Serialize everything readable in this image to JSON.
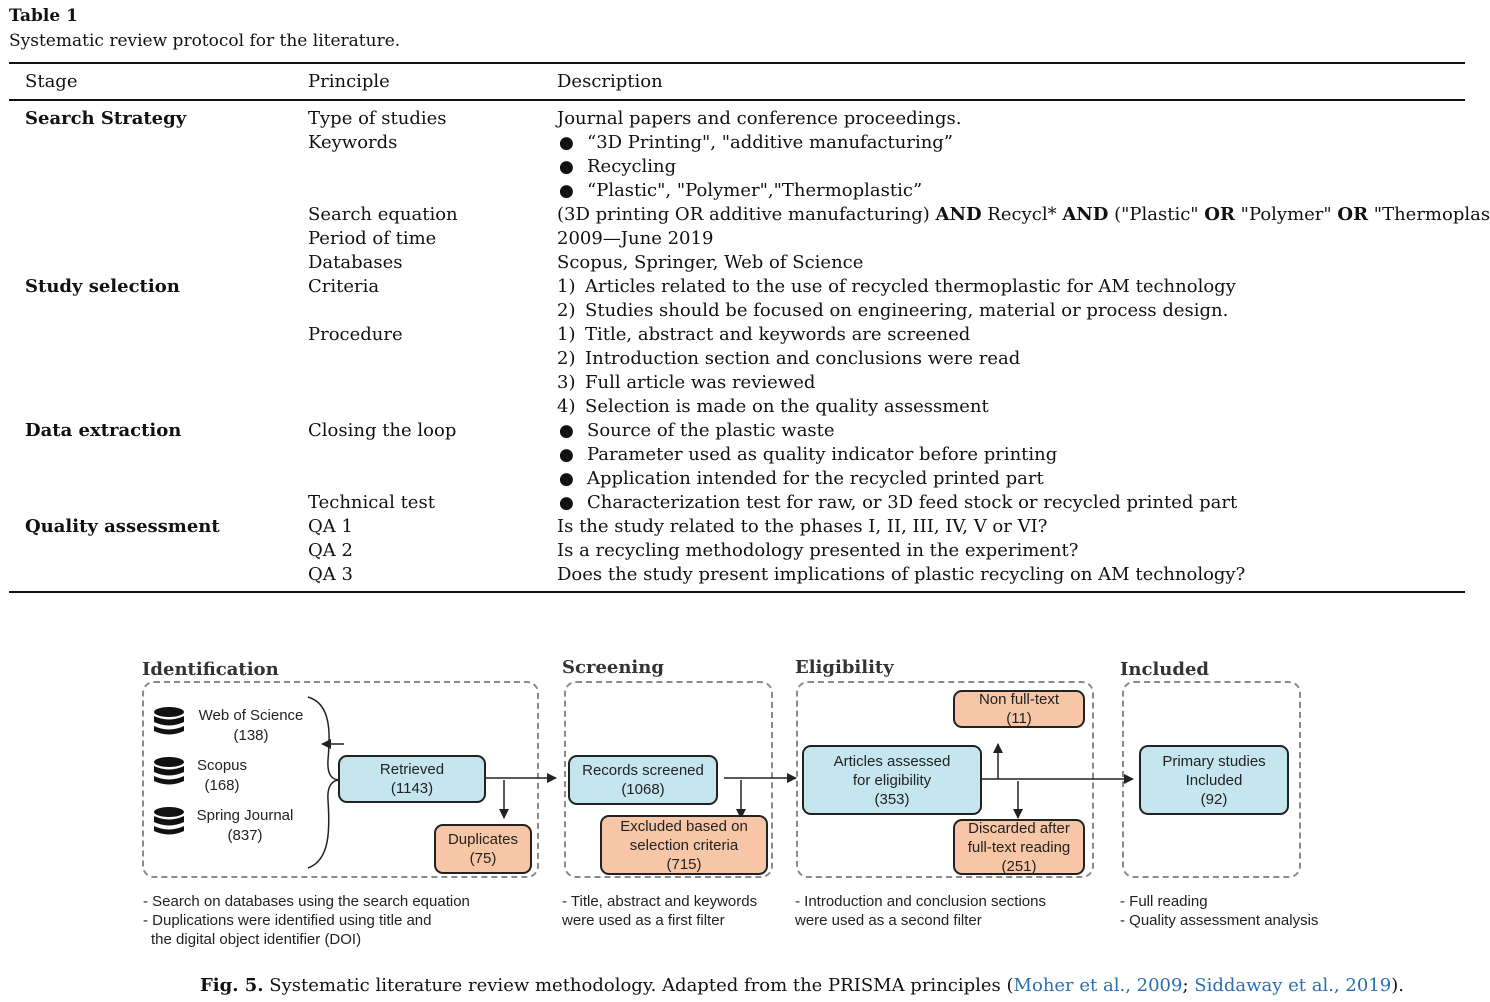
{
  "table": {
    "label": "Table 1",
    "caption": "Systematic review protocol for the literature.",
    "headers": {
      "stage": "Stage",
      "principle": "Principle",
      "description": "Description"
    },
    "search_strategy": {
      "stage": "Search Strategy",
      "type_of_studies": "Type of studies",
      "type_of_studies_desc": "Journal papers and conference proceedings.",
      "keywords": "Keywords",
      "kw1": "“3D Printing\", \"additive manufacturing”",
      "kw2": "Recycling",
      "kw3": "“Plastic\", \"Polymer\",\"Thermoplastic”",
      "search_equation": "Search equation",
      "eq_part1": "(3D printing OR additive manufacturing) ",
      "eq_and1": "AND",
      "eq_part2": " Recycl* ",
      "eq_and2": "AND",
      "eq_part3": " (\"Plastic\" ",
      "eq_or1": "OR",
      "eq_part4": " \"Polymer\" ",
      "eq_or2": "OR",
      "eq_part5": " \"Thermoplastic\")",
      "period": "Period of time",
      "period_desc": "2009—June 2019",
      "databases": "Databases",
      "databases_desc": "Scopus, Springer, Web of Science"
    },
    "study_selection": {
      "stage": "Study selection",
      "criteria": "Criteria",
      "c1_num": "1)",
      "c1": "Articles related to the use of recycled thermoplastic for AM technology",
      "c2_num": "2)",
      "c2": "Studies should be focused on engineering, material or process design.",
      "procedure": "Procedure",
      "p1_num": "1)",
      "p1": "Title, abstract and keywords are screened",
      "p2_num": "2)",
      "p2": "Introduction section and conclusions were read",
      "p3_num": "3)",
      "p3": "Full article was reviewed",
      "p4_num": "4)",
      "p4": "Selection is made on the quality assessment"
    },
    "data_extraction": {
      "stage": "Data extraction",
      "closing": "Closing the loop",
      "cl1": "Source of the plastic waste",
      "cl2": "Parameter used as quality indicator before printing",
      "cl3": "Application intended for the recycled printed part",
      "technical": "Technical test",
      "t1": "Characterization test for raw, or 3D feed stock or recycled printed part"
    },
    "quality_assessment": {
      "stage": "Quality assessment",
      "qa1": "QA 1",
      "qa1_desc": "Is the study related to the phases I, II, III, IV, V or VI?",
      "qa2": "QA 2",
      "qa2_desc": "Is a recycling methodology presented in the experiment?",
      "qa3": "QA 3",
      "qa3_desc": "Does the study present implications of plastic recycling on AM technology?"
    }
  },
  "figure": {
    "phases": {
      "identification": "Identification",
      "screening": "Screening",
      "eligibility": "Eligibility",
      "included": "Included"
    },
    "databases": [
      {
        "name": "Web of Science",
        "count": "(138)",
        "icon": "database-icon"
      },
      {
        "name": "Scopus",
        "count": "(168)",
        "icon": "database-icon"
      },
      {
        "name": "Spring Journal",
        "count": "(837)",
        "icon": "database-icon"
      }
    ],
    "retrieved": {
      "label": "Retrieved",
      "count": "(1143)"
    },
    "duplicates": {
      "label": "Duplicates",
      "count": "(75)"
    },
    "screened": {
      "label": "Records screened",
      "count": "(1068)"
    },
    "excluded": {
      "line1": "Excluded based on",
      "line2": "selection criteria",
      "count": "(715)"
    },
    "assessed": {
      "line1": "Articles assessed",
      "line2": "for eligibility",
      "count": "(353)"
    },
    "non_full_text": {
      "label": "Non full-text",
      "count": "(11)"
    },
    "discarded": {
      "line1": "Discarded after",
      "line2": "full-text reading",
      "count": "(251)"
    },
    "primary": {
      "line1": "Primary studies",
      "line2": "Included",
      "count": "(92)"
    },
    "notes": {
      "identification": [
        "- Search on databases using the search equation",
        "- Duplications were identified using title and",
        "  the digital object identifier (DOI)"
      ],
      "screening": [
        "- Title, abstract and keywords",
        "  were used as a first filter"
      ],
      "eligibility": [
        "- Introduction and conclusion sections",
        "  were used as a second filter"
      ],
      "included": [
        "- Full reading",
        "- Quality assessment analysis"
      ]
    },
    "caption": {
      "label": "Fig. 5.",
      "text": " Systematic literature review methodology. Adapted from the PRISMA principles (",
      "ref1": "Moher et al., 2009",
      "sep": "; ",
      "ref2": "Siddaway et al., 2019",
      "end": ")."
    },
    "colors": {
      "blue_box": "#c6e6ef",
      "orange_box": "#f7c6a6"
    }
  }
}
